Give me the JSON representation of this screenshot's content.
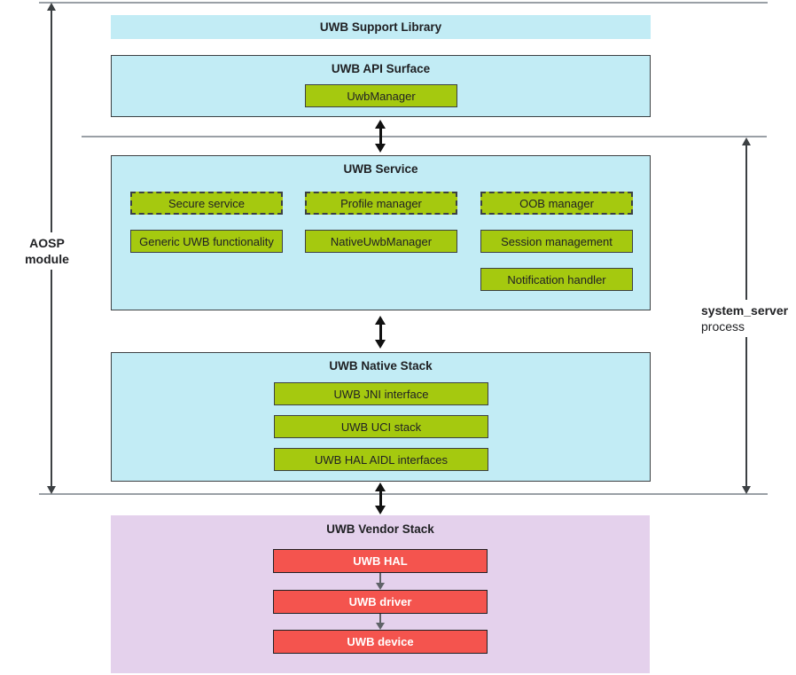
{
  "colors": {
    "stack_fill": "#c2ecf5",
    "vendor_fill": "#e4d1ec",
    "module_fill": "#a5c90f",
    "vendor_module_fill": "#f4544e",
    "boundary_line": "#9aa0a6",
    "arrow": "#111111",
    "text": "#202124"
  },
  "side_labels": {
    "left_title": "AOSP module",
    "right_title": "system_server",
    "right_subtitle": "process"
  },
  "support_library": {
    "title": "UWB Support Library"
  },
  "api_surface": {
    "title": "UWB API Surface",
    "manager": "UwbManager"
  },
  "service": {
    "title": "UWB Service",
    "dashed_items": [
      "Secure service",
      "Profile manager",
      "OOB manager"
    ],
    "solid_items": [
      "Generic UWB functionality",
      "NativeUwbManager",
      "Session management"
    ],
    "extra_items": [
      "Notification handler"
    ]
  },
  "native_stack": {
    "title": "UWB Native Stack",
    "items": [
      "UWB JNI interface",
      "UWB UCI stack",
      "UWB HAL AIDL interfaces"
    ]
  },
  "vendor_stack": {
    "title": "UWB Vendor Stack",
    "items": [
      "UWB HAL",
      "UWB driver",
      "UWB device"
    ]
  }
}
